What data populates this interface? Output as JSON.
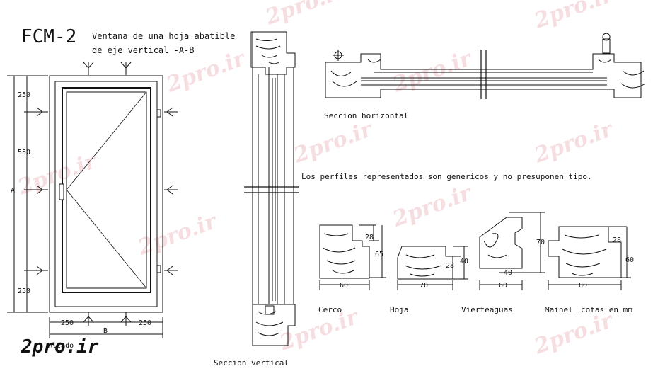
{
  "drawing": {
    "code": "FCM-2",
    "title_line1": "Ventana de una hoja abatible",
    "title_line2": "de eje vertical -A-B",
    "note": "Los perfiles representados son genericos y no presuponen tipo.",
    "units_note": "cotas en mm"
  },
  "elevation": {
    "label": "Alzado",
    "dim_top": "250",
    "dim_mid": "550",
    "dim_bottom": "250",
    "dim_height_label": "A",
    "dim_bottom_left": "250",
    "dim_bottom_right": "250",
    "dim_width_label": "B"
  },
  "sections": {
    "vertical_label": "Seccion vertical",
    "horizontal_label": "Seccion horizontal"
  },
  "profiles": [
    {
      "name": "Cerco",
      "dim_w": "60",
      "dim_h": "65",
      "dim_rebate": "28"
    },
    {
      "name": "Hoja",
      "dim_w": "70",
      "dim_h": "40",
      "dim_rebate": "28"
    },
    {
      "name": "Vierteaguas",
      "dim_w": "60",
      "dim_h": "70",
      "dim_rebate": "40"
    },
    {
      "name": "Mainel",
      "dim_w": "80",
      "dim_h": "60",
      "dim_rebate": "28"
    }
  ],
  "watermark": {
    "text": "2pro.ir",
    "color": "#d0021b"
  }
}
